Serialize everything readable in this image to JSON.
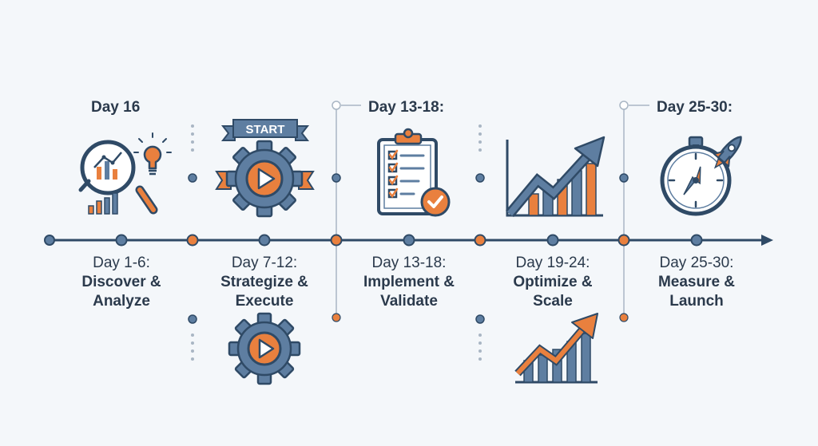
{
  "colors": {
    "navy": "#2f4a66",
    "steel": "#5e7ea1",
    "orange": "#e9803e",
    "ink": "#2b3a4c",
    "dot": "#a9b6c4",
    "bg": "#f4f7fa"
  },
  "top_labels": {
    "first": "Day 16",
    "third": "Day 13-18:",
    "fifth": "Day 25-30:"
  },
  "banner_text": "START",
  "phases": [
    {
      "days": "Day 1-6:",
      "name": "Discover &\nAnalyze",
      "icon": "magnifier-chart-bulb-icon"
    },
    {
      "days": "Day 7-12:",
      "name": "Strategize &\nExecute",
      "icon": "gear-play-icon"
    },
    {
      "days": "Day 13-18:",
      "name": "Implement &\nValidate",
      "icon": "clipboard-checklist-icon"
    },
    {
      "days": "Day 19-24:",
      "name": "Optimize &\nScale",
      "icon": "growth-chart-icon"
    },
    {
      "days": "Day 25-30:",
      "name": "Measure &\nLaunch",
      "icon": "stopwatch-rocket-icon"
    }
  ]
}
